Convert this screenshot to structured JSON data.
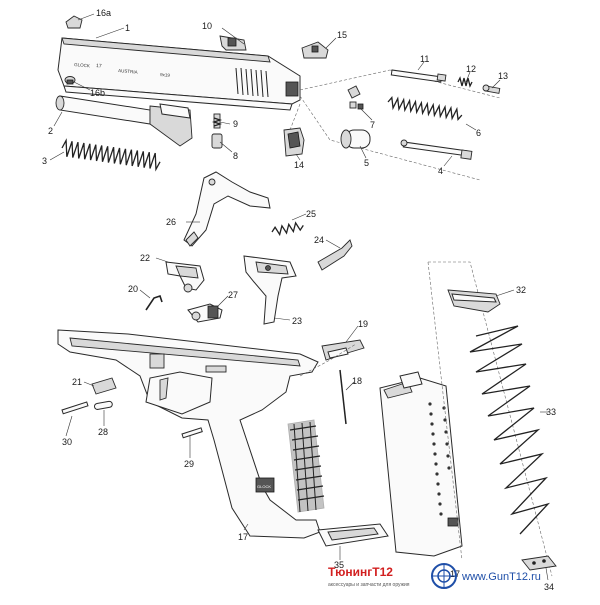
{
  "diagram": {
    "part_labels": {
      "p1": "1",
      "p2": "2",
      "p3": "3",
      "p4": "4",
      "p5": "5",
      "p6": "6",
      "p7": "7",
      "p8": "8",
      "p9": "9",
      "p10": "10",
      "p11": "11",
      "p12": "12",
      "p13": "13",
      "p14": "14",
      "p15": "15",
      "p16a": "16a",
      "p16b": "16b",
      "p17": "17",
      "p17b": "17",
      "p18": "18",
      "p19": "19",
      "p20": "20",
      "p21": "21",
      "p22": "22",
      "p23": "23",
      "p24": "24",
      "p25": "25",
      "p26": "26",
      "p27": "27",
      "p28": "28",
      "p29": "29",
      "p30": "30",
      "p32": "32",
      "p33": "33",
      "p34": "34",
      "p35": "35"
    },
    "slide_markings": {
      "model": "17",
      "origin": "AUSTRIA",
      "caliber": "9x19",
      "brand": "GLOCK"
    },
    "watermark": {
      "brand": "ТюнингТ12",
      "tagline": "аксессуары и запчасти для оружия",
      "url": "www.GunT12.ru"
    },
    "colors": {
      "line": "#2a2a2a",
      "shade": "#d9d9d9",
      "watermark_red": "#d21f1f",
      "watermark_blue": "#1f4fa8"
    }
  }
}
